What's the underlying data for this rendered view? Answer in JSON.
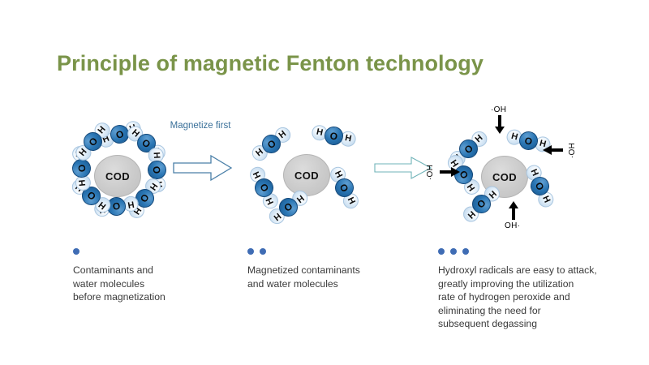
{
  "slide": {
    "title": "Principle of magnetic Fenton technology",
    "title_color": "#7a9449",
    "background": "#ffffff"
  },
  "colors": {
    "accent_green": "#7a9449",
    "oxygen_blue": "#2a76b4",
    "hydrogen_blue": "#b9d3ea",
    "cod_gray": "#cbcbcb",
    "bullet_blue": "#3f6cb4",
    "arrow_outline_blue": "#4a7fa8",
    "arrow_outline_teal": "#6fb3b8",
    "label_blue": "#3a7099",
    "radical_black": "#000000",
    "caption_gray": "#3a3a3a"
  },
  "labels": {
    "core": "COD",
    "hydrogen": "H",
    "oxygen": "O",
    "radical": "OH",
    "radical_dot": "·"
  },
  "transition": {
    "magnetize_label": "Magnetize\nfirst"
  },
  "stages": [
    {
      "id": "before-magnetization",
      "core": "COD",
      "molecule_count": 8,
      "dots": 1,
      "caption": "Contaminants and\nwater molecules\nbefore magnetization"
    },
    {
      "id": "magnetized",
      "core": "COD",
      "molecule_count": 5,
      "dots": 2,
      "caption": "Magnetized contaminants\nand water molecules"
    },
    {
      "id": "hydroxyl-attack",
      "core": "COD",
      "molecule_count": 5,
      "radical_count": 4,
      "dots": 3,
      "caption": "Hydroxyl radicals are easy to attack,\ngreatly improving the utilization\nrate of hydrogen peroxide and\neliminating the need for\nsubsequent degassing"
    }
  ],
  "radicals": [
    {
      "label": "OH",
      "direction": "down"
    },
    {
      "label": "OH",
      "direction": "left"
    },
    {
      "label": "OH",
      "direction": "up"
    },
    {
      "label": "OH",
      "direction": "right"
    }
  ]
}
